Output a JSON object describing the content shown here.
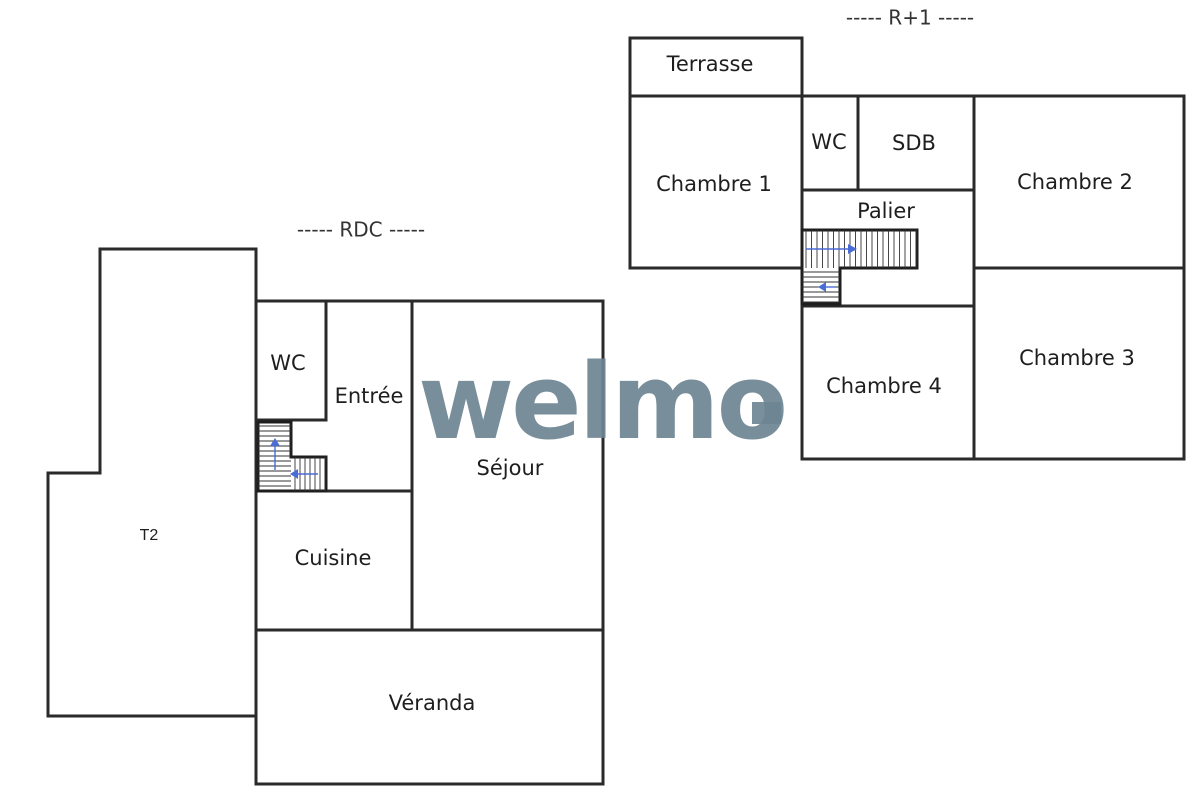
{
  "floors": {
    "ground": {
      "label": "----- RDC -----",
      "rooms": {
        "t2": "T2",
        "wc": "WC",
        "entree": "Entrée",
        "sejour": "Séjour",
        "cuisine": "Cuisine",
        "veranda": "Véranda"
      }
    },
    "first": {
      "label": "----- R+1 -----",
      "rooms": {
        "terrasse": "Terrasse",
        "chambre1": "Chambre 1",
        "wc": "WC",
        "sdb": "SDB",
        "chambre2": "Chambre 2",
        "palier": "Palier",
        "chambre3": "Chambre 3",
        "chambre4": "Chambre 4"
      }
    }
  },
  "watermark": {
    "text": "welmo",
    "color": "#6e8593"
  },
  "colors": {
    "wall": "#2a2a2a",
    "stair_arrow": "#4a6cd6"
  }
}
